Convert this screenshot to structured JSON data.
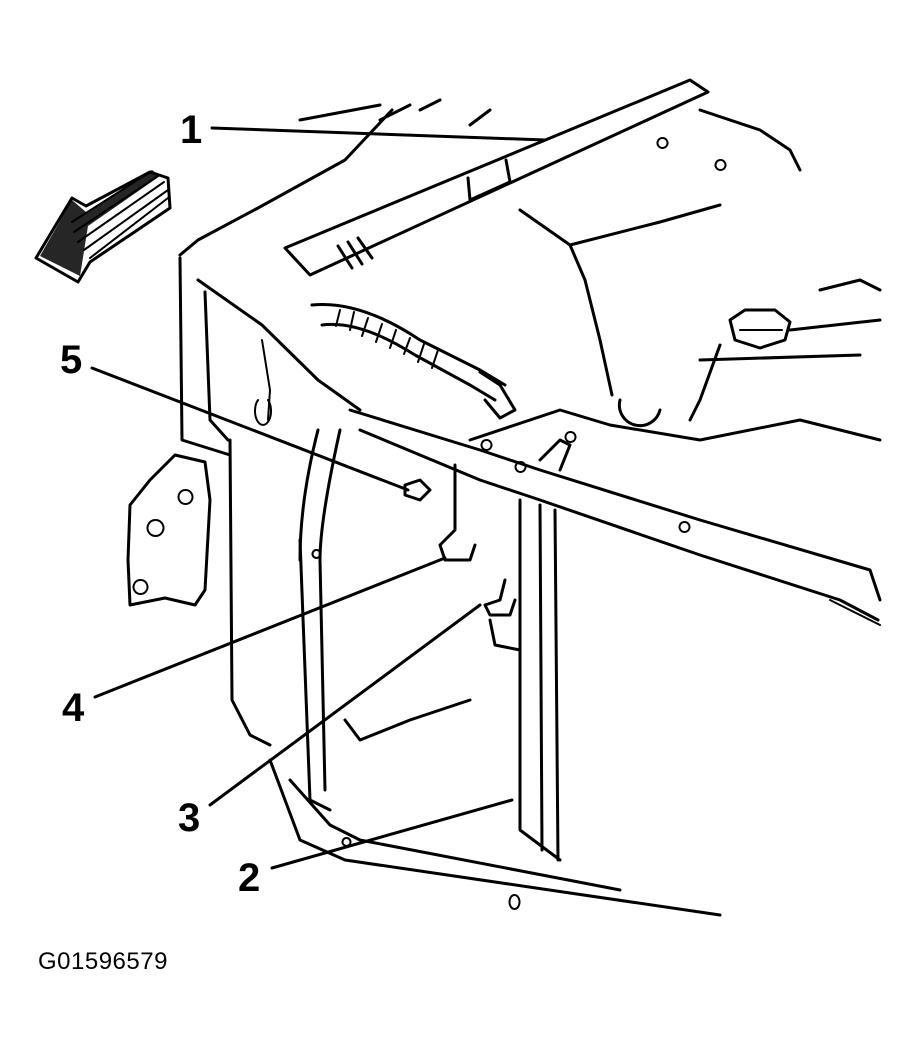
{
  "callouts": [
    {
      "id": "1",
      "label": "1"
    },
    {
      "id": "2",
      "label": "2"
    },
    {
      "id": "3",
      "label": "3"
    },
    {
      "id": "4",
      "label": "4"
    },
    {
      "id": "5",
      "label": "5"
    }
  ],
  "figure_id": "G01596579",
  "colors": {
    "ink": "#000000",
    "paper": "#ffffff"
  },
  "icons": {
    "direction_arrow": "front-direction-arrow-icon"
  }
}
